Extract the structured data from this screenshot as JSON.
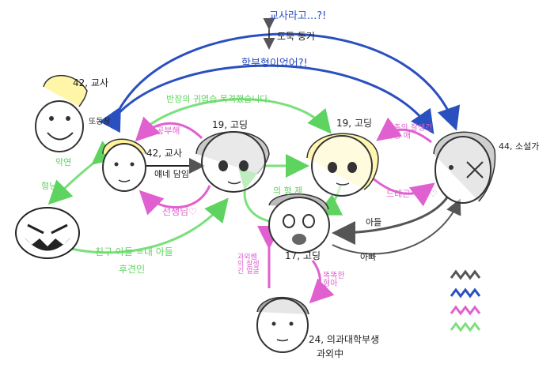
{
  "characters": [
    {
      "id": "teacher-top",
      "label": "42, 교사"
    },
    {
      "id": "teacher-blond",
      "label": "42, 교사"
    },
    {
      "id": "student-19a",
      "label": "19, 고딩"
    },
    {
      "id": "student-19b",
      "label": "19, 고딩"
    },
    {
      "id": "student-17",
      "label": "17, 고딩"
    },
    {
      "id": "novelist",
      "label": "44, 소설가"
    },
    {
      "id": "medstudent",
      "label": "24, 의과대학부생",
      "sub": "과외中"
    }
  ],
  "relations": {
    "blue_top": "교사라고...?!",
    "dorok_donggeo": "도둑 동거",
    "blue_mid": "학부형이었어?!",
    "green_top": "반장의 귀엽습 목격했습니다.",
    "pink_study": "야, 공부해",
    "yaedeul": "얘네 담임",
    "pink_seonsaeng": "선생님♡",
    "pink_cousin": "사촌의 잘생긴 유망 애",
    "pink_uncle": "드래곤 ㅂ...♡",
    "green_son": "친구 아들 =내 아들",
    "green_guardian": "후견인",
    "green_face": "악연",
    "green_hyung": "형님",
    "gray_son": "아들",
    "gray_dad": "아빠",
    "pink_tutor": "과외쌤의 잘생긴 얼굴",
    "pink_hyung": "똑똑한 형아",
    "mid_text": "의 형 제",
    "ttoseo": "또동창"
  },
  "legend": {
    "swatches": [
      {
        "name": "gray",
        "color": "#555555"
      },
      {
        "name": "blue",
        "color": "#2a4fbf"
      },
      {
        "name": "pink",
        "color": "#e060d0"
      },
      {
        "name": "green",
        "color": "#5fd35f"
      }
    ]
  }
}
